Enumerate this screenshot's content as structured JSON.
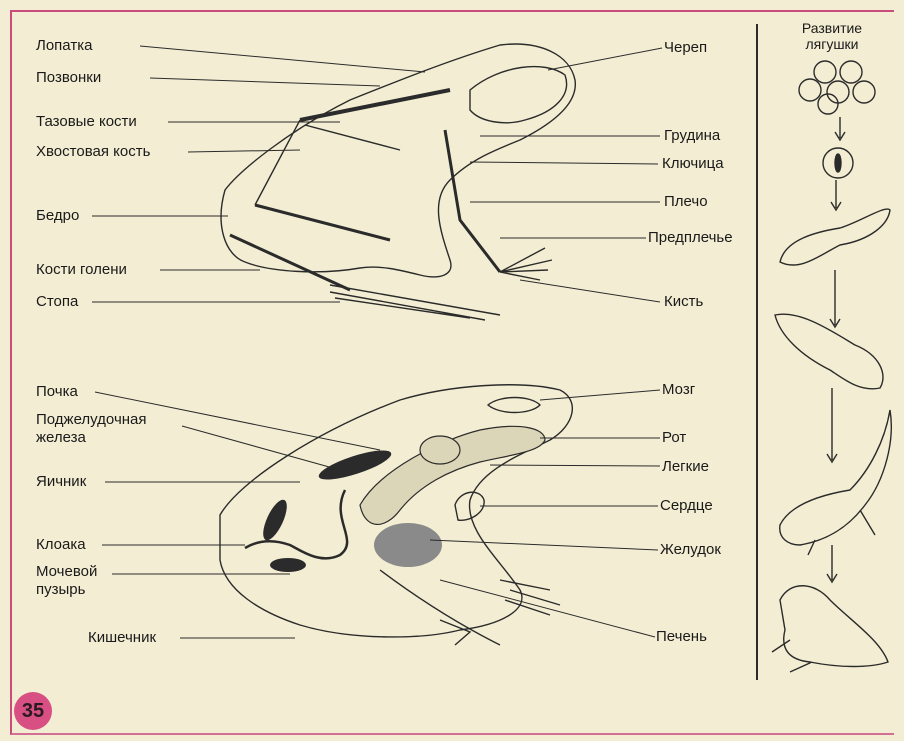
{
  "skeleton_labels": {
    "left": [
      "Лопатка",
      "Позвонки",
      "Тазовые кости",
      "Хвостовая кость",
      "Бедро",
      "Кости голени",
      "Стопа"
    ],
    "right": [
      "Череп",
      "Грудина",
      "Ключица",
      "Плечо",
      "Предплечье",
      "Кисть"
    ]
  },
  "organs_labels": {
    "left": [
      "Почка",
      "Поджелудочная железа",
      "Яичник",
      "Клоака",
      "Мочевой пузырь",
      "Кишечник"
    ],
    "right": [
      "Мозг",
      "Рот",
      "Легкие",
      "Сердце",
      "Желудок",
      "Печень"
    ]
  },
  "development": {
    "title": "Развитие лягушки"
  },
  "page_number": "35",
  "colors": {
    "border": "#c94c7d",
    "page_badge": "#d84f83",
    "paper": "#f3eed3"
  }
}
